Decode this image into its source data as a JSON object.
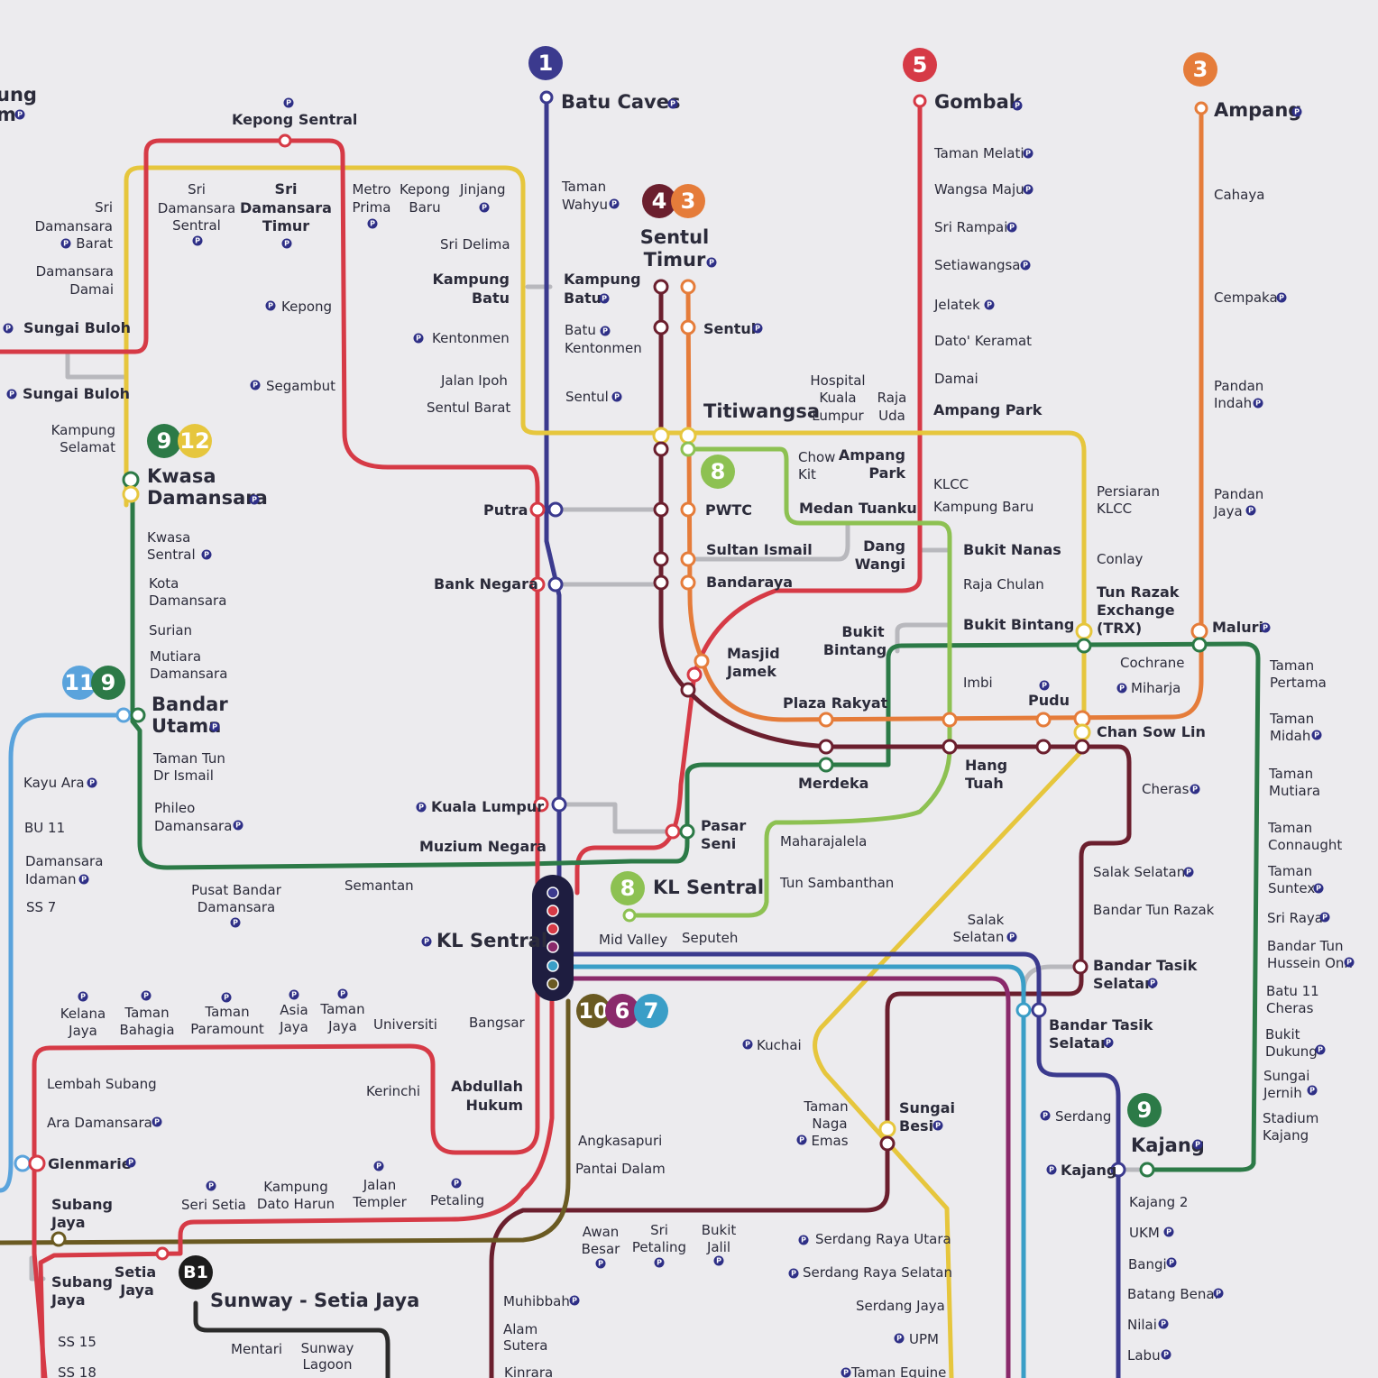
{
  "map": {
    "colors": {
      "line1": "#3b3a8e",
      "line3": "#e57c3a",
      "line4": "#6b1f2e",
      "line5": "#d63a46",
      "line8": "#8dc152",
      "line9": "#2c7a47",
      "line10": "#6a5a22",
      "line11": "#5aa3dc",
      "line12": "#e6c63d",
      "line6": "#8a2a6b",
      "line7": "#3a9ec7",
      "lineB1": "#2b2b2b",
      "lineMaroon": "#6a1f2c",
      "connector": "#b8b8bd"
    },
    "badges": [
      {
        "id": "b1",
        "text": "1",
        "color": "#3b3a8e"
      },
      {
        "id": "b5",
        "text": "5",
        "color": "#d63a46"
      },
      {
        "id": "b3",
        "text": "3",
        "color": "#e57c3a"
      },
      {
        "id": "b4",
        "text": "4",
        "color": "#6b1f2e"
      },
      {
        "id": "b3b",
        "text": "3",
        "color": "#e57c3a"
      },
      {
        "id": "b9",
        "text": "9",
        "color": "#2c7a47"
      },
      {
        "id": "b12",
        "text": "12",
        "color": "#e6c63d"
      },
      {
        "id": "b11",
        "text": "11",
        "color": "#5aa3dc"
      },
      {
        "id": "b9b",
        "text": "9",
        "color": "#2c7a47"
      },
      {
        "id": "b8",
        "text": "8",
        "color": "#8dc152"
      },
      {
        "id": "b8b",
        "text": "8",
        "color": "#8dc152"
      },
      {
        "id": "b10",
        "text": "10",
        "color": "#6a5a22"
      },
      {
        "id": "b6",
        "text": "6",
        "color": "#8a2a6b"
      },
      {
        "id": "b7",
        "text": "7",
        "color": "#3a9ec7"
      },
      {
        "id": "b9c",
        "text": "9",
        "color": "#2c7a47"
      },
      {
        "id": "bB1",
        "text": "B1",
        "color": "#1c1c1c"
      }
    ],
    "park_symbol": "P",
    "labels": {
      "ung": "ung",
      "m": "m",
      "kepong_sentral": "Kepong Sentral",
      "batu_caves": "Batu Caves",
      "gombak": "Gombak",
      "ampang": "Ampang",
      "sri_damansara_barat": [
        "Sri",
        "Damansara",
        "Barat"
      ],
      "sri_damansara_sentral": [
        "Sri",
        "Damansara",
        "Sentral"
      ],
      "sri_damansara_timur": [
        "Sri",
        "Damansara",
        "Timur"
      ],
      "metro_prima": [
        "Metro",
        "Prima"
      ],
      "kepong_baru": [
        "Kepong",
        "Baru"
      ],
      "jinjang": "Jinjang",
      "taman_wahyu": [
        "Taman",
        "Wahyu"
      ],
      "sentul_timur": [
        "Sentul",
        "Timur"
      ],
      "taman_melati": "Taman Melati",
      "wangsa_maju": "Wangsa Maju",
      "sri_rampai": "Sri Rampai",
      "setiawangsa": "Setiawangsa",
      "jelatek": "Jelatek",
      "dato_keramat": "Dato' Keramat",
      "damai": "Damai",
      "cahaya": "Cahaya",
      "cempaka": "Cempaka",
      "pandan_indah": [
        "Pandan",
        "Indah"
      ],
      "pandan_jaya": [
        "Pandan",
        "Jaya"
      ],
      "damansara_damai": [
        "Damansara",
        "Damai"
      ],
      "sungai_buloh_1": "Sungai Buloh",
      "sungai_buloh_2": "Sungai Buloh",
      "kepong": "Kepong",
      "sri_delima": "Sri Delima",
      "kampung_batu_yellow": [
        "Kampung",
        "Batu"
      ],
      "kampung_batu_blue": [
        "Kampung",
        "Batu"
      ],
      "kentonmen": "Kentonmen",
      "batu_kentonmen": [
        "Batu",
        "Kentonmen"
      ],
      "sentul": "Sentul",
      "jalan_ipoh": "Jalan Ipoh",
      "sentul_barat": "Sentul Barat",
      "sentul_blue": "Sentul",
      "segambut": "Segambut",
      "titiwangsa": "Titiwangsa",
      "hospital_kl": [
        "Hospital",
        "Kuala",
        "Lumpur"
      ],
      "raja_uda": [
        "Raja",
        "Uda"
      ],
      "ampang_park_1": "Ampang Park",
      "kampung_selamat": [
        "Kampung",
        "Selamat"
      ],
      "kwasa_damansara": [
        "Kwasa",
        "Damansara"
      ],
      "kwasa_sentral": [
        "Kwasa",
        "Sentral"
      ],
      "kota_damansara": [
        "Kota",
        "Damansara"
      ],
      "surian": "Surian",
      "mutiara_damansara": [
        "Mutiara",
        "Damansara"
      ],
      "bandar_utama": [
        "Bandar",
        "Utama"
      ],
      "taman_tun": [
        "Taman Tun",
        "Dr Ismail"
      ],
      "phileo": [
        "Phileo",
        "Damansara"
      ],
      "chow_kit": [
        "Chow",
        "Kit"
      ],
      "ampang_park_2": [
        "Ampang",
        "Park"
      ],
      "klcc": "KLCC",
      "kampung_baru": "Kampung Baru",
      "persiaran_klcc": [
        "Persiaran",
        "KLCC"
      ],
      "putra": "Putra",
      "pwtc": "PWTC",
      "medan_tuanku": "Medan Tuanku",
      "sultan_ismail": "Sultan Ismail",
      "dang_wangi": [
        "Dang",
        "Wangi"
      ],
      "bukit_nanas": "Bukit Nanas",
      "conlay": "Conlay",
      "bank_negara": "Bank Negara",
      "bandaraya": "Bandaraya",
      "raja_chulan": "Raja Chulan",
      "trx": [
        "Tun Razak",
        "Exchange",
        "(TRX)"
      ],
      "maluri": "Maluri",
      "bukit_bintang_1": [
        "Bukit",
        "Bintang"
      ],
      "bukit_bintang_2": "Bukit Bintang",
      "masjid_jamek": [
        "Masjid",
        "Jamek"
      ],
      "cochrane": "Cochrane",
      "miharja": "Miharja",
      "taman_pertama": [
        "Taman",
        "Pertama"
      ],
      "imbi": "Imbi",
      "pudu": "Pudu",
      "plaza_rakyat": "Plaza Rakyat",
      "chan_sow_lin": "Chan Sow Lin",
      "taman_midah": [
        "Taman",
        "Midah"
      ],
      "kayu_ara": "Kayu Ara",
      "bu11": "BU 11",
      "damansara_idaman": [
        "Damansara",
        "Idaman"
      ],
      "ss7": "SS 7",
      "hang_tuah": [
        "Hang",
        "Tuah"
      ],
      "merdeka": "Merdeka",
      "cheras": "Cheras",
      "taman_mutiara": [
        "Taman",
        "Mutiara"
      ],
      "kuala_lumpur": "Kuala Lumpur",
      "pasar_seni": [
        "Pasar",
        "Seni"
      ],
      "maharajalela": "Maharajalela",
      "taman_connaught": [
        "Taman",
        "Connaught"
      ],
      "muzium_negara": "Muzium Negara",
      "semantan": "Semantan",
      "pusat_bandar": [
        "Pusat Bandar",
        "Damansara"
      ],
      "salak_selatan_1": "Salak Selatan",
      "taman_suntex": [
        "Taman",
        "Suntex"
      ],
      "kl_sentral_green": "KL Sentral",
      "tun_sambanthan": "Tun Sambanthan",
      "bandar_tun_razak": "Bandar Tun Razak",
      "sri_raya": "Sri Raya",
      "kl_sentral": "KL Sentral",
      "mid_valley": "Mid Valley",
      "seputeh": "Seputeh",
      "salak_selatan_2": [
        "Salak",
        "Selatan"
      ],
      "bandar_tasik_selatan_1": [
        "Bandar Tasik",
        "Selatan"
      ],
      "bandar_tun_hussein": [
        "Bandar Tun",
        "Hussein Onn"
      ],
      "batu11_cheras": [
        "Batu 11",
        "Cheras"
      ],
      "kelana_jaya": [
        "Kelana",
        "Jaya"
      ],
      "taman_bahagia": [
        "Taman",
        "Bahagia"
      ],
      "taman_paramount": [
        "Taman",
        "Paramount"
      ],
      "asia_jaya": [
        "Asia",
        "Jaya"
      ],
      "taman_jaya": [
        "Taman",
        "Jaya"
      ],
      "universiti": "Universiti",
      "bangsar": "Bangsar",
      "kuchai": "Kuchai",
      "bandar_tasik_selatan_2": [
        "Bandar Tasik",
        "Selatan"
      ],
      "bukit_dukung": [
        "Bukit",
        "Dukung"
      ],
      "lembah_subang": "Lembah Subang",
      "kerinchi": "Kerinchi",
      "abdullah_hukum": [
        "Abdullah",
        "Hukum"
      ],
      "sungai_jernih": [
        "Sungai",
        "Jernih"
      ],
      "ara_damansara": "Ara Damansara",
      "taman_naga_emas": [
        "Taman",
        "Naga",
        "Emas"
      ],
      "sungai_besi": [
        "Sungai",
        "Besi"
      ],
      "serdang": "Serdang",
      "stadium_kajang": [
        "Stadium",
        "Kajang"
      ],
      "glenmarie": "Glenmarie",
      "angkasapuri": "Angkasapuri",
      "kajang_big": "Kajang",
      "kajang": "Kajang",
      "pantai_dalam": "Pantai Dalam",
      "kajang2": "Kajang 2",
      "subang_jaya_1": [
        "Subang",
        "Jaya"
      ],
      "seri_setia": "Seri Setia",
      "kampung_dato_harun": [
        "Kampung",
        "Dato Harun"
      ],
      "jalan_templer": [
        "Jalan",
        "Templer"
      ],
      "petaling": "Petaling",
      "ukm": "UKM",
      "awan_besar": [
        "Awan",
        "Besar"
      ],
      "sri_petaling": [
        "Sri",
        "Petaling"
      ],
      "bukit_jalil": [
        "Bukit",
        "Jalil"
      ],
      "serdang_raya_utara": "Serdang Raya Utara",
      "bangi": "Bangi",
      "subang_jaya_2": [
        "Subang",
        "Jaya"
      ],
      "setia_jaya": [
        "Setia",
        "Jaya"
      ],
      "sunway_setia_jaya": "Sunway - Setia Jaya",
      "serdang_raya_selatan": "Serdang Raya Selatan",
      "batang_benar": "Batang Benar",
      "muhibbah": "Muhibbah",
      "serdang_jaya": "Serdang Jaya",
      "nilai": "Nilai",
      "ss15": "SS 15",
      "mentari": "Mentari",
      "sunway_lagoon": [
        "Sunway",
        "Lagoon"
      ],
      "alam_sutera": [
        "Alam",
        "Sutera"
      ],
      "upm": "UPM",
      "labu": "Labu",
      "ss18": "SS 18",
      "kinrara": "Kinrara",
      "taman_equine": "Taman Equine"
    }
  }
}
